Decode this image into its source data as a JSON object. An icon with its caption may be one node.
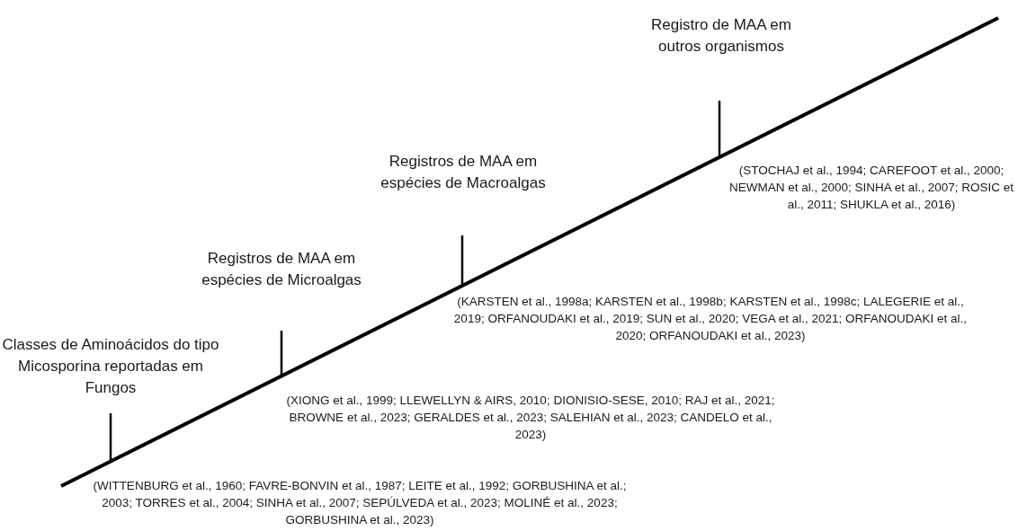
{
  "diagram": {
    "labels": [
      "Classes de Aminoácidos do tipo Micosporina reportadas em Fungos",
      "(WITTENBURG et al., 1960; FAVRE-BONVIN et al., 1987; LEITE et al., 1992; GORBUSHINA et al.; 2003; TORRES et al., 2004; SINHA et al., 2007; SEPÚLVEDA et al., 2023; MOLINÉ et al., 2023; GORBUSHINA et al., 2023)",
      "Registros de MAA em espécies de Microalgas",
      "(XIONG et al., 1999; LLEWELLYN & AIRS, 2010; DIONISIO-SESE, 2010; RAJ et al., 2021; BROWNE et al., 2023; GERALDES et al., 2023; SALEHIAN et al., 2023; CANDELO et al., 2023)",
      "Registros de MAA em espécies de Macroalgas",
      "(KARSTEN et al., 1998a; KARSTEN et al., 1998b; KARSTEN et al., 1998c; LALEGERIE et al., 2019; ORFANOUDAKI et al., 2019; SUN et al., 2020; VEGA et al., 2021; ORFANOUDAKI et al., 2020; ORFANOUDAKI et al., 2023)",
      "Registro de MAA em outros organismos",
      "(STOCHAJ et al., 1994; CAREFOOT et al., 2000; NEWMAN et al., 2000; SINHA et al., 2007; ROSIC et al., 2011; SHUKLA et al., 2016)"
    ]
  }
}
